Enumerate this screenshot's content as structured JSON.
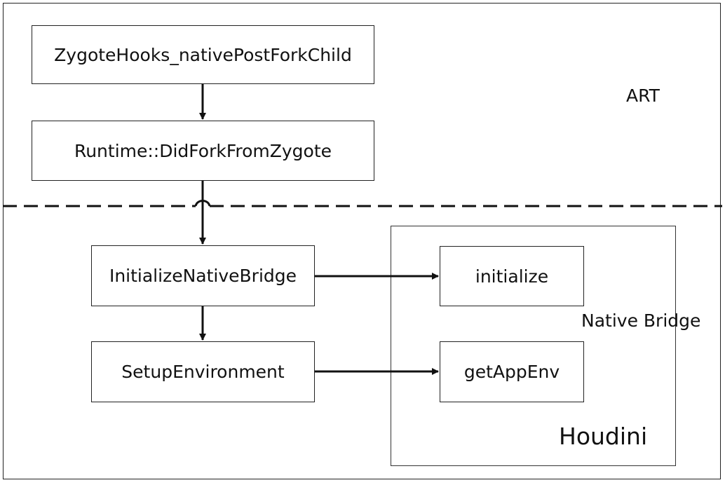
{
  "regions": {
    "art_label": "ART",
    "native_bridge_label": "Native Bridge",
    "houdini_label": "Houdini"
  },
  "nodes": {
    "zygote_hooks": "ZygoteHooks_nativePostForkChild",
    "did_fork": "Runtime::DidForkFromZygote",
    "init_native_bridge": "InitializeNativeBridge",
    "setup_environment": "SetupEnvironment",
    "initialize": "initialize",
    "get_app_env": "getAppEnv"
  },
  "edges": [
    {
      "from": "zygote_hooks",
      "to": "did_fork"
    },
    {
      "from": "did_fork",
      "to": "init_native_bridge"
    },
    {
      "from": "init_native_bridge",
      "to": "setup_environment"
    },
    {
      "from": "init_native_bridge",
      "to": "initialize"
    },
    {
      "from": "setup_environment",
      "to": "get_app_env"
    }
  ]
}
